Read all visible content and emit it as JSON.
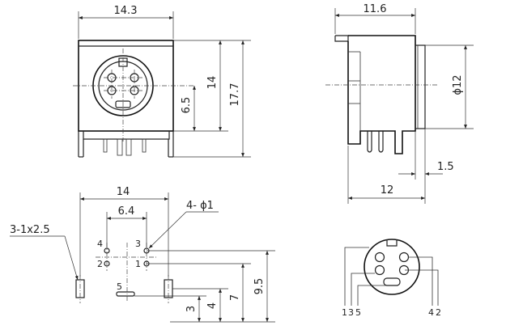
{
  "front_view": {
    "width": "14.3",
    "height_inner": "14",
    "height_total": "17.7",
    "center_height": "6.5"
  },
  "side_view": {
    "depth": "11.6",
    "diameter": "ϕ12",
    "flange": "1.5",
    "pin_span": "12"
  },
  "footprint": {
    "width": "14",
    "pin_spacing": "6.4",
    "hole_callout": "4- ϕ1",
    "slot_callout": "3-1x2.5",
    "pin_labels": [
      "4",
      "3",
      "2",
      "1",
      "5"
    ],
    "heights": [
      "3",
      "4",
      "7",
      "9.5"
    ]
  },
  "pinout": {
    "labels_left": [
      "1",
      "3",
      "5"
    ],
    "labels_right": [
      "4",
      "2"
    ]
  }
}
